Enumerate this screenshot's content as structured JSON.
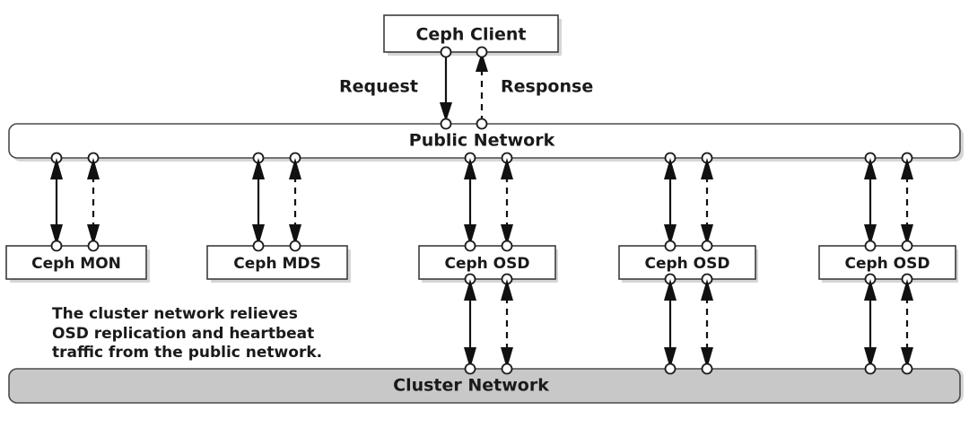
{
  "diagram": {
    "title": "Ceph Client / Public Network / Cluster Network architecture",
    "background_color": "#ffffff",
    "caption": {
      "line1": "The cluster network relieves",
      "line2": "OSD replication and heartbeat",
      "line3": "traffic from the public network."
    },
    "client": {
      "label": "Ceph Client"
    },
    "edge_labels": {
      "request": "Request",
      "response": "Response"
    },
    "buses": [
      {
        "id": "public-network",
        "label": "Public Network",
        "fill": "#ffffff",
        "stroke": "#4a4a4a"
      },
      {
        "id": "cluster-network",
        "label": "Cluster Network",
        "fill": "#c8c8c8",
        "stroke": "#4a4a4a"
      }
    ],
    "services": [
      {
        "id": "ceph-mon",
        "label": "Ceph MON",
        "cluster_connected": false
      },
      {
        "id": "ceph-mds",
        "label": "Ceph MDS",
        "cluster_connected": false
      },
      {
        "id": "ceph-osd-1",
        "label": "Ceph OSD",
        "cluster_connected": true
      },
      {
        "id": "ceph-osd-2",
        "label": "Ceph OSD",
        "cluster_connected": true
      },
      {
        "id": "ceph-osd-3",
        "label": "Ceph OSD",
        "cluster_connected": true
      }
    ],
    "link_styles": {
      "outbound": "solid",
      "inbound": "dashed"
    },
    "colors": {
      "line": "#111111",
      "box_stroke": "#3c3c3c",
      "box_fill": "#ffffff",
      "cluster_fill": "#c8c8c8",
      "text": "#1a1a1a"
    }
  }
}
